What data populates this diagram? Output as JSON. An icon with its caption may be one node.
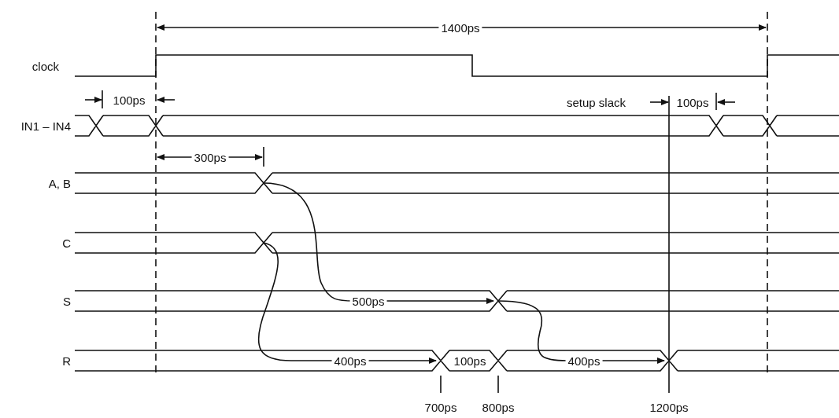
{
  "diagram": {
    "labels": [
      "1400ps",
      "clock",
      "100ps",
      "setup slack",
      "100ps",
      "IN1 – IN4",
      "300ps",
      "A, B",
      "C",
      "S",
      "500ps",
      "R",
      "400ps",
      "100ps",
      "400ps",
      "700ps",
      "800ps",
      "1200ps"
    ]
  }
}
